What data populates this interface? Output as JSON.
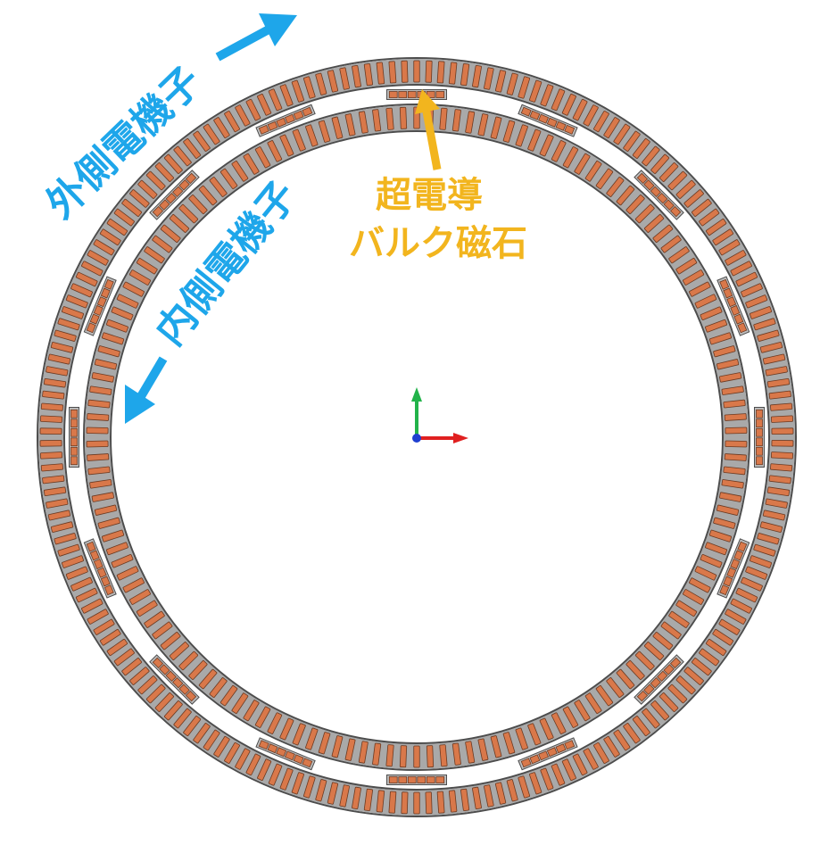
{
  "labels": {
    "outer_armature": "外側電機子",
    "inner_armature": "内側電機子",
    "superconductor_line1": "超電導",
    "superconductor_line2": "バルク磁石"
  },
  "colors": {
    "label_blue": "#1ea6ea",
    "label_gold": "#f2b51e",
    "coil": "#d9784a",
    "coil_edge": "#6b3a22",
    "ring": "#a9a9a9",
    "ring_edge": "#4d4d4d",
    "axis_x": "#e02020",
    "axis_y": "#22b34a",
    "axis_z": "#1f3fd0"
  },
  "structure": {
    "outer_coil_count": 190,
    "inner_coil_count": 150,
    "bulk_magnet_count": 16,
    "bulk_segments_per_magnet": 6
  }
}
